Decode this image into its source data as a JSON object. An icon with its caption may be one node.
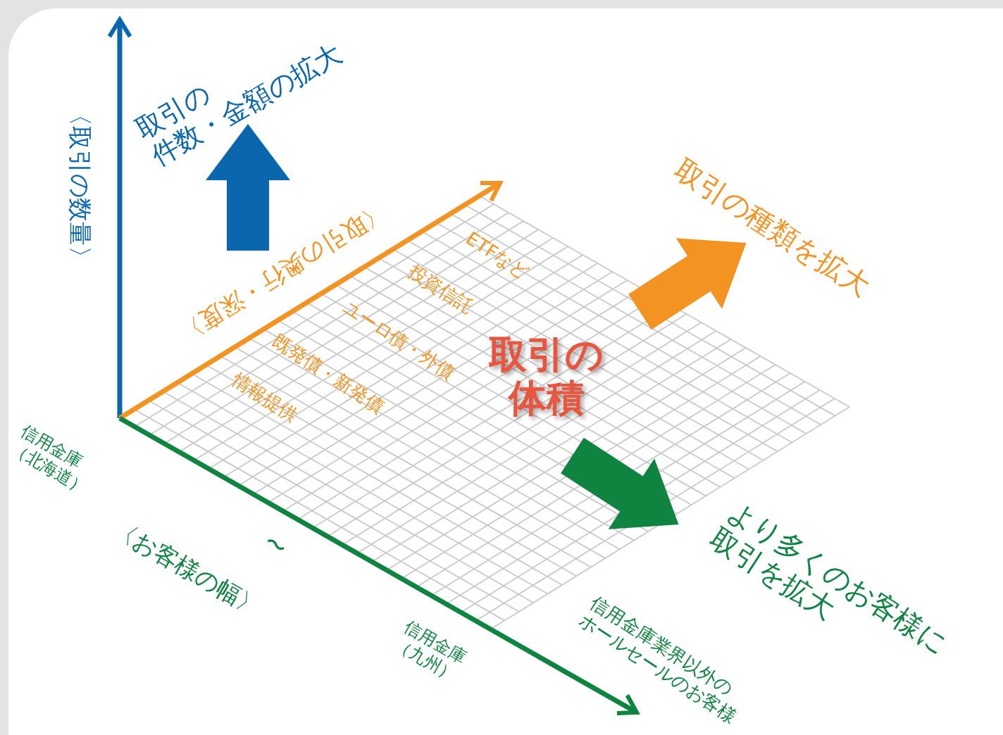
{
  "diagram": {
    "labels": [
      "取引の件数・金額の拡大",
      "〈取引の数量〉",
      "〈取引の奥行・深度〉",
      "ETFなど",
      "投資信託",
      "ユーロ債・外債",
      "既発債・新発債",
      "情報提供",
      "取引の種類を拡大",
      "取引の体積",
      "より多くのお客様に取引を拡大",
      "信用金庫業界以外のホールセールのお客様",
      "信用金庫（北海道）",
      "〜",
      "〈お客様の幅〉",
      "信用金庫（九州）"
    ]
  }
}
